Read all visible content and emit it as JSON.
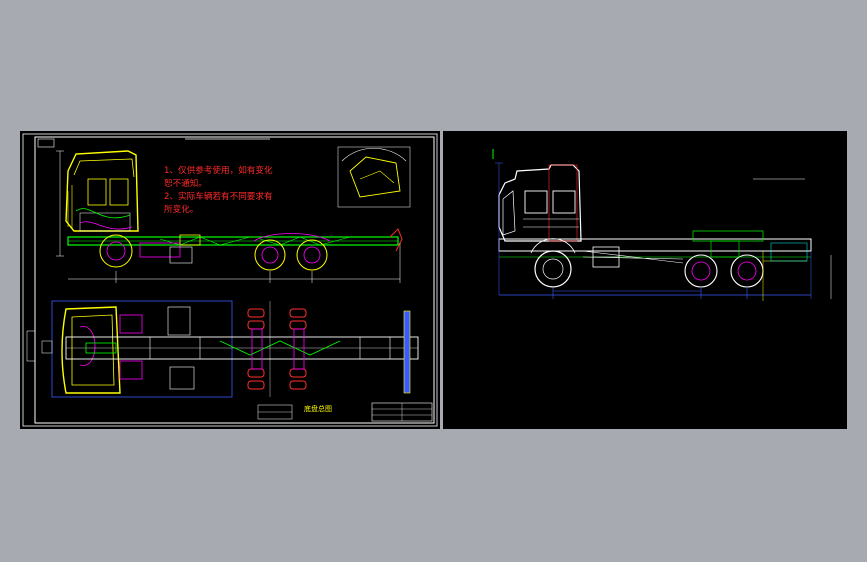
{
  "drawing": {
    "notes": [
      "1、仅供参考使用，如有变化",
      "恕不通知。",
      "2、实际车辆若有不同要求有",
      "所变化。"
    ],
    "section_label": "底盘总图"
  },
  "colors": {
    "background": "#A7ABB1",
    "sheet": "#000000",
    "cab": "#FFFF00",
    "frame": "#00FF00",
    "tire": "#FF3030",
    "annotation": "#FF2A2A",
    "detail": "#FF00FF",
    "outline": "#FFFFFF",
    "dimension": "#3A5CFF",
    "axle": "#00FFFF"
  }
}
